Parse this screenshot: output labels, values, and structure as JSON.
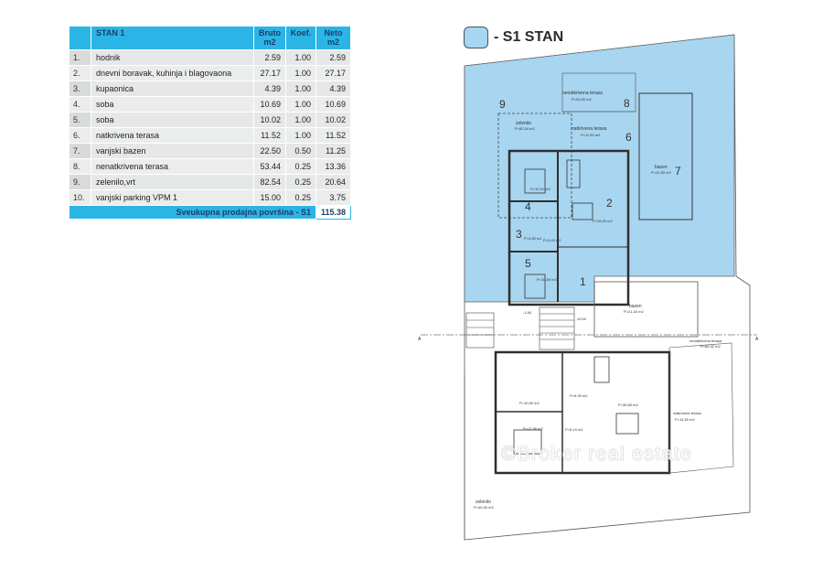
{
  "table": {
    "header": {
      "title": "STAN 1",
      "bruto": "Bruto m2",
      "koef": "Koef.",
      "neto": "Neto m2"
    },
    "rows": [
      {
        "idx": "1.",
        "name": "hodnik",
        "bruto": "2.59",
        "koef": "1.00",
        "neto": "2.59"
      },
      {
        "idx": "2.",
        "name": "dnevni boravak, kuhinja i blagovaona",
        "bruto": "27.17",
        "koef": "1.00",
        "neto": "27.17"
      },
      {
        "idx": "3.",
        "name": "kupaonica",
        "bruto": "4.39",
        "koef": "1.00",
        "neto": "4.39"
      },
      {
        "idx": "4.",
        "name": "soba",
        "bruto": "10.69",
        "koef": "1.00",
        "neto": "10.69"
      },
      {
        "idx": "5.",
        "name": "soba",
        "bruto": "10.02",
        "koef": "1.00",
        "neto": "10.02"
      },
      {
        "idx": "6.",
        "name": "natkrivena terasa",
        "bruto": "11.52",
        "koef": "1.00",
        "neto": "11.52"
      },
      {
        "idx": "7.",
        "name": "vanjski bazen",
        "bruto": "22.50",
        "koef": "0.50",
        "neto": "11.25"
      },
      {
        "idx": "8.",
        "name": "nenatkrivena terasa",
        "bruto": "53.44",
        "koef": "0.25",
        "neto": "13.36"
      },
      {
        "idx": "9.",
        "name": "zelenilo,vrt",
        "bruto": "82.54",
        "koef": "0.25",
        "neto": "20.64"
      },
      {
        "idx": "10.",
        "name": "vanjski parking VPM 1",
        "bruto": "15.00",
        "koef": "0.25",
        "neto": "3.75"
      }
    ],
    "total_label": "Sveukupna prodajna površina - S1",
    "total_value": "115.38"
  },
  "legend": {
    "label": "- S1 STAN",
    "color": "#a8d5f0"
  },
  "plan": {
    "labels": {
      "n9": "9",
      "n8": "8",
      "n6": "6",
      "n7": "7",
      "n2": "2",
      "n4": "4",
      "n3": "3",
      "n5": "5",
      "n1": "1",
      "nenatkrivena_terasa": "nenatkrivena terasa",
      "p53": "P=53,59 m2",
      "natkrivena_terasa": "natkrivena terasa",
      "p11": "P=11,50 m2",
      "zelenilo": "zelenilo",
      "p82": "P=82,54 m2",
      "bazen": "bazen",
      "p22": "P=22,50 m2",
      "p10_21": "P=10,21 m2",
      "p28": "P=28,00 m2",
      "p4_80": "P=4,80 m2",
      "p2_40": "P=2,40 m2",
      "p10_60": "P=10,60 m2",
      "bazen2": "bazen",
      "p21_16": "P=21,16 m2",
      "level1": "-1,84",
      "level2": "±0,00",
      "nenatkrivena_terasa2": "nenatkrivena terasa",
      "p66": "P=66,32 m2",
      "p10_00": "P=10,00 m2",
      "p6_39": "P=6,39 m2",
      "p35": "P=35,80 m2",
      "natkrivena_terasa2": "natkrivena terasa",
      "p14": "P=14,00 m2",
      "p12_96": "P=12,96 m2",
      "p5_19": "P=5,19 m2",
      "zelenilo2": "zelenilo",
      "p40": "P=40,00 m2",
      "section_a1": "A",
      "section_a2": "A"
    }
  },
  "watermark": "©Broker real estate",
  "colors": {
    "accent": "#2bb5e6",
    "unit_fill": "#a8d5f0",
    "wall": "#3a3a3a"
  }
}
